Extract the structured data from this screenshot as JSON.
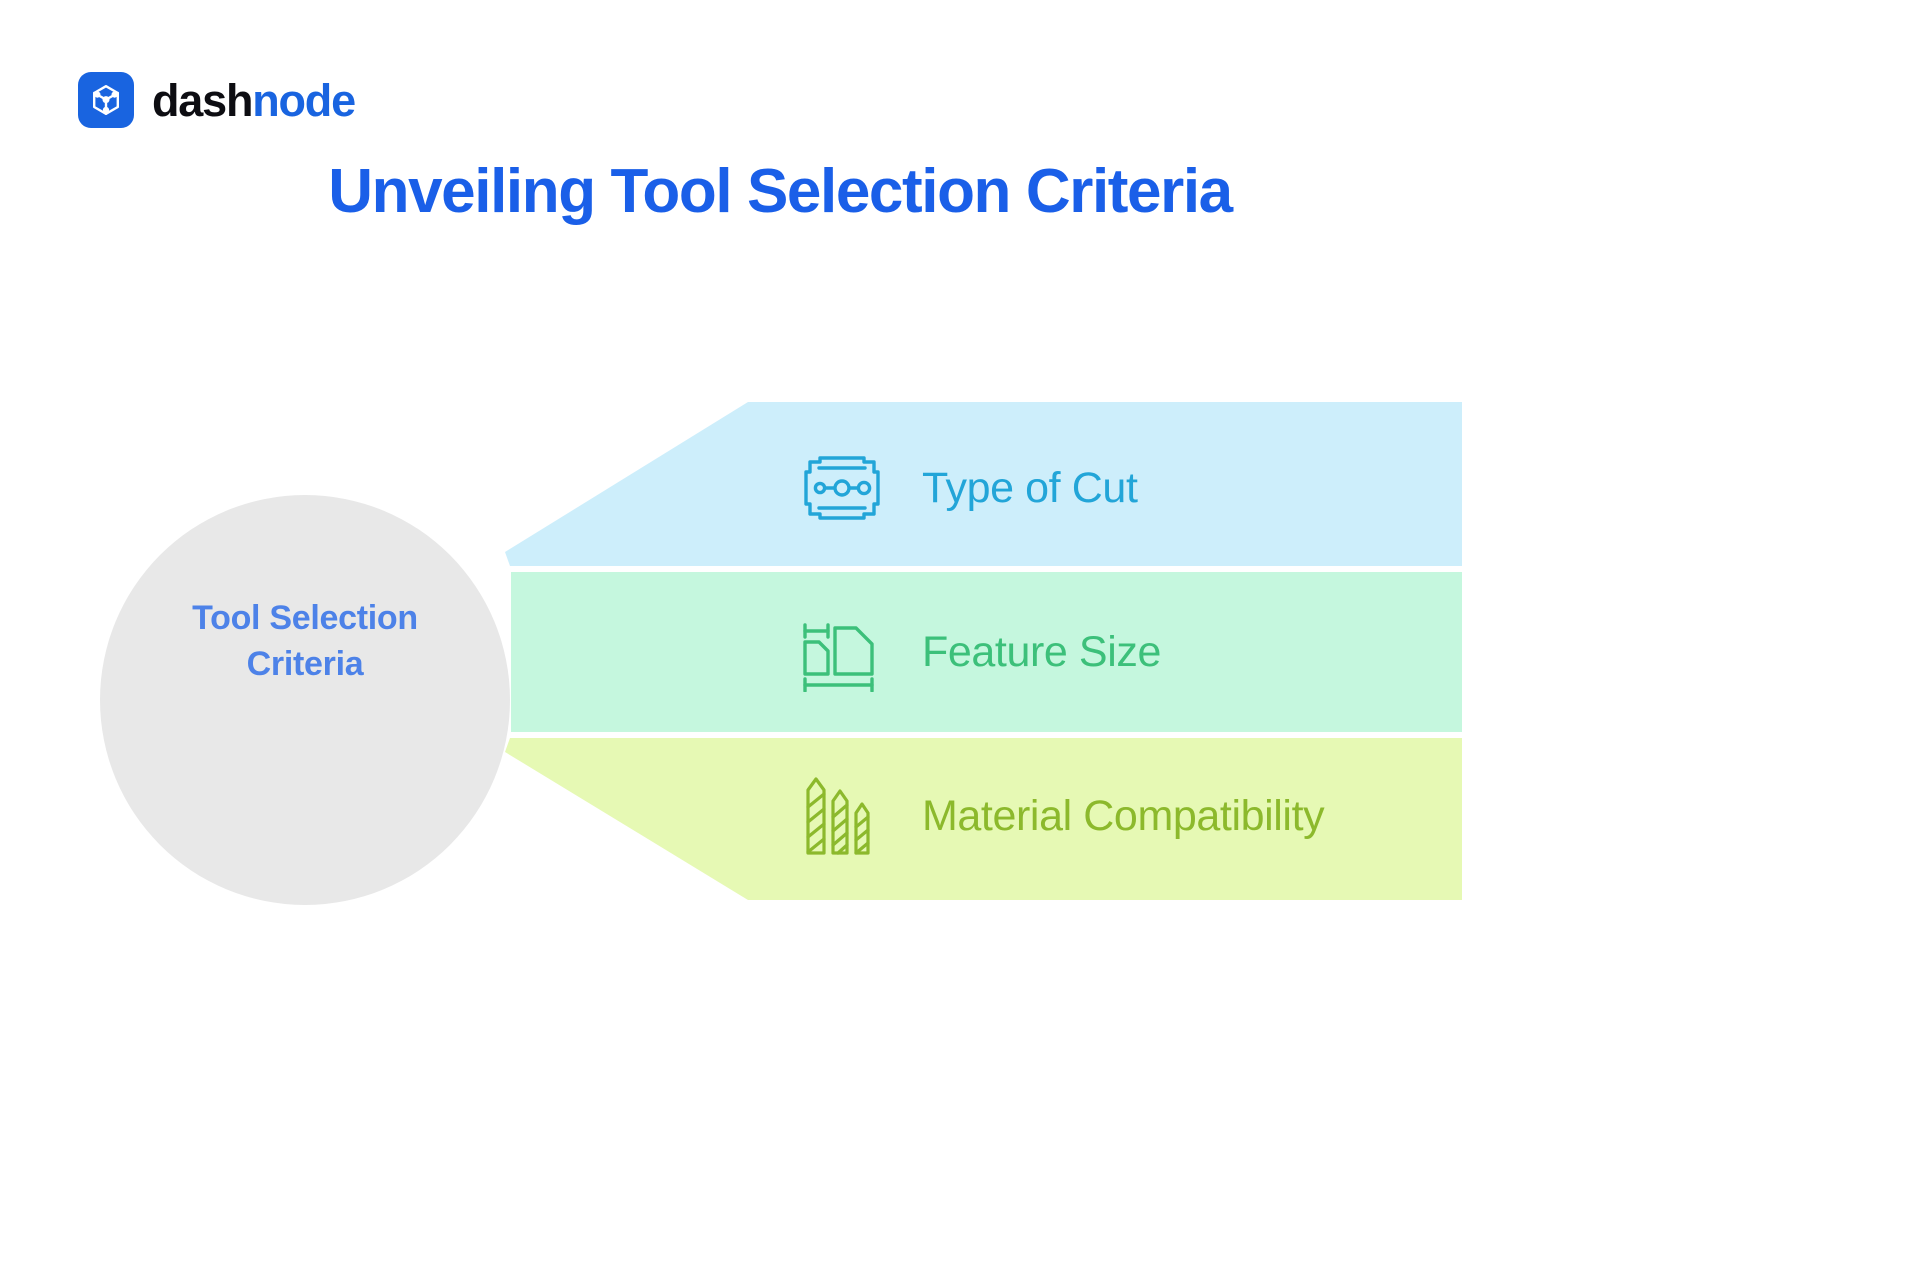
{
  "brand": {
    "logo_icon": "cube-node-logo-icon",
    "word_primary": "dash",
    "word_accent": "node",
    "mark_color": "#1964e0",
    "primary_color": "#0d0d12",
    "accent_color": "#1964e0"
  },
  "title": {
    "text": "Unveiling Tool Selection Criteria",
    "color": "#1a5fe8"
  },
  "diagram": {
    "type": "funnel-fan",
    "hub": {
      "label_line1": "Tool Selection",
      "label_line2": "Criteria",
      "fill": "#e8e8e8",
      "text_color": "#4d82e8"
    },
    "branches": [
      {
        "label": "Type of Cut",
        "icon": "cutting-tool-track-icon",
        "band_fill": "#cdeefb",
        "text_color": "#22a5d8",
        "icon_color": "#22a5d8"
      },
      {
        "label": "Feature Size",
        "icon": "dimension-measure-icon",
        "band_fill": "#c5f7de",
        "text_color": "#3cc07a",
        "icon_color": "#3cc07a"
      },
      {
        "label": "Material Compatibility",
        "icon": "end-mill-bits-icon",
        "band_fill": "#e6f9b4",
        "text_color": "#8cb92c",
        "icon_color": "#8cb92c"
      }
    ]
  }
}
